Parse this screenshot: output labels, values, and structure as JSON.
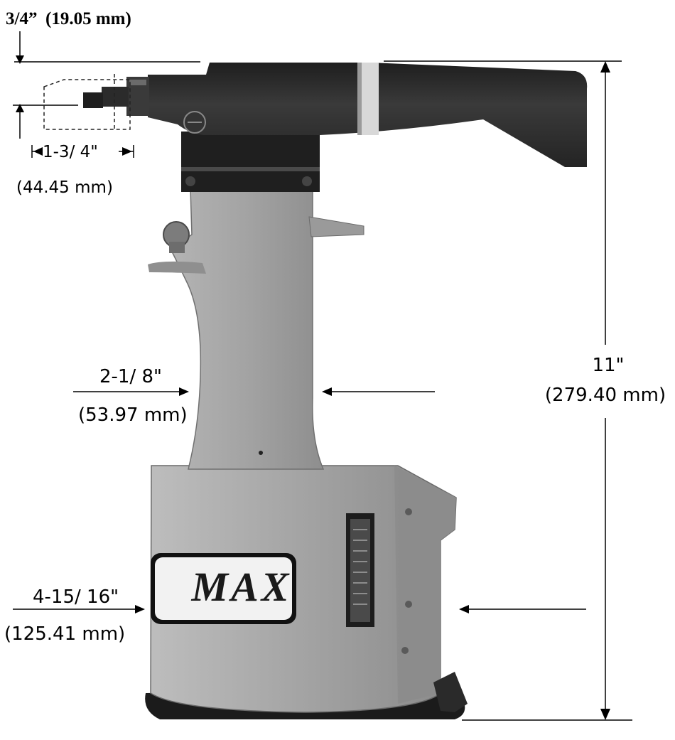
{
  "dimensions": {
    "nose_offset": {
      "inch": "3/4”",
      "mm": "(19.05 mm)"
    },
    "nose_length": {
      "inch": "1-3/ 4\"",
      "mm": "(44.45 mm)"
    },
    "grip_width": {
      "inch": "2-1/ 8\"",
      "mm": "(53.97 mm)"
    },
    "height": {
      "inch": "11\"",
      "mm": "(279.40 mm)"
    },
    "base_width": {
      "inch": "4-15/ 16\"",
      "mm": "(125.41 mm)"
    }
  },
  "tool": {
    "brand_fragment": "MAX"
  },
  "colors": {
    "body_gray": "#a3a3a3",
    "dark_head": "#2e2e2e",
    "line": "#000000"
  }
}
